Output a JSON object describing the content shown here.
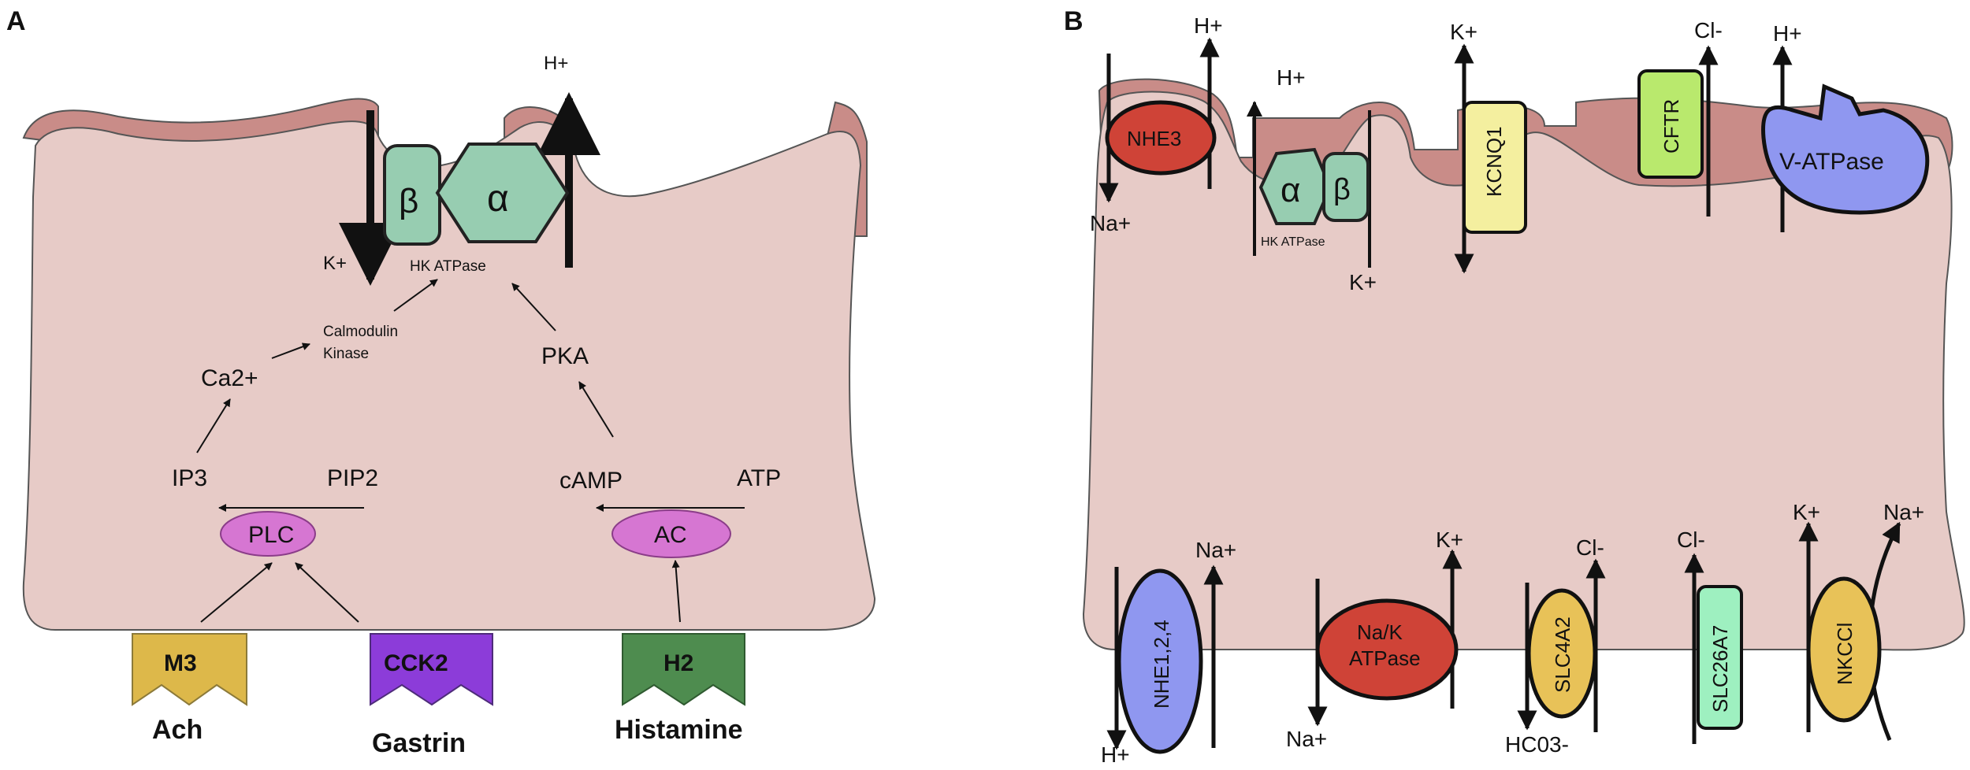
{
  "panel_a": {
    "label": "A",
    "top_ion": "H+",
    "left_ion": "K+",
    "beta": "β",
    "alpha": "α",
    "pump_name": "HK ATPase",
    "calmodulin_line1": "Calmodulin",
    "calmodulin_line2": "Kinase",
    "ca": "Ca2+",
    "pka": "PKA",
    "ip3": "IP3",
    "pip2": "PIP2",
    "camp": "cAMP",
    "atp": "ATP",
    "plc": "PLC",
    "ac": "AC",
    "m3": "M3",
    "cck2": "CCK2",
    "h2": "H2",
    "ach": "Ach",
    "gastrin": "Gastrin",
    "histamine": "Histamine"
  },
  "panel_b": {
    "label": "B",
    "nhe3": "NHE3",
    "nhe3_top": "H+",
    "nhe3_bottom": "Na+",
    "hk_top": "H+",
    "hk_bottom": "K+",
    "alpha": "α",
    "beta": "β",
    "hk_name": "HK ATPase",
    "kcnq1": "KCNQ1",
    "kcnq1_ion": "K+",
    "cftr": "CFTR",
    "cftr_ion": "Cl-",
    "vatpase": "V-ATPase",
    "vatpase_ion": "H+",
    "nhe124": "NHE1,2,4",
    "nhe124_top": "Na+",
    "nhe124_bottom": "H+",
    "nak_line1": "Na/K",
    "nak_line2": "ATPase",
    "nak_top": "K+",
    "nak_bottom": "Na+",
    "slc4a2": "SLC4A2",
    "slc4a2_top": "Cl-",
    "slc4a2_bottom": "HC03-",
    "slc26a7": "SLC26A7",
    "slc26a7_top": "Cl-",
    "nkcc": "NKCCl",
    "nkcc_k": "K+",
    "nkcc_na": "Na+"
  },
  "colors": {
    "cell": "#e7cbc7",
    "membrane": "#c98c88",
    "hk": "#97cdb1",
    "enzyme": "#d676d2",
    "m3": "#ddb84a",
    "cck2": "#8c3cd9",
    "h2": "#4e8c4f",
    "nhe3": "#cf4337",
    "kcnq1": "#f4ef9f",
    "cftr": "#b9e96d",
    "vatpase": "#8f97f0",
    "nhe124": "#8f97f0",
    "nak": "#cf4337",
    "slc4a2": "#e8c258",
    "slc26a7": "#9ef0c0",
    "nkcc": "#e8c258"
  }
}
